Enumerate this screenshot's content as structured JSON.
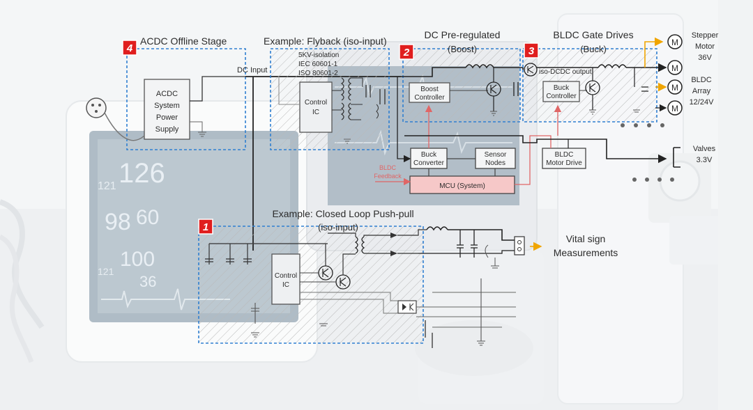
{
  "stages": {
    "acdc": {
      "badge": "4",
      "title": "ACDC Offline Stage",
      "block": [
        "ACDC",
        "System",
        "Power",
        "Supply"
      ]
    },
    "flyback": {
      "title": "Example: Flyback (iso-input)",
      "notes": [
        "5KV-isolation",
        "IEC 60601-1",
        "ISO 80601-2"
      ],
      "control": [
        "Control",
        "IC"
      ]
    },
    "boost": {
      "badge": "2",
      "title": "DC Pre-regulated",
      "subtitle": "(Boost)",
      "block": [
        "Boost",
        "Controller"
      ]
    },
    "bldc_gate": {
      "badge": "3",
      "title": "BLDC Gate Drives",
      "subtitle": "(Buck)",
      "iso_label": "iso-DCDC output",
      "block": [
        "Buck",
        "Controller"
      ]
    },
    "pushpull": {
      "badge": "1",
      "title": "Example: Closed Loop Push-pull",
      "subtitle": "(iso-input)",
      "control": [
        "Control",
        "IC"
      ]
    }
  },
  "labels": {
    "dc_input": "DC Input",
    "buck_converter": [
      "Buck",
      "Converter"
    ],
    "sensor_nodes": [
      "Sensor",
      "Nodes"
    ],
    "bldc_motor_drive": [
      "BLDC",
      "Motor Drive"
    ],
    "mcu": "MCU (System)",
    "bldc_feedback": [
      "BLDC",
      "Feedback"
    ],
    "motor_symbol": "M",
    "stepper": [
      "Stepper",
      "Motor",
      "36V"
    ],
    "bldc_array": [
      "BLDC",
      "Array",
      "12/24V"
    ],
    "valves": [
      "Valves",
      "3.3V"
    ],
    "vital": [
      "Vital sign",
      "Measurements"
    ],
    "monitor_numbers": [
      "126",
      "121",
      "98",
      "60",
      "100",
      "121",
      "36"
    ]
  },
  "colors": {
    "badge": "#e01e1e",
    "dashed_box": "#2f7fd1",
    "feedback": "#e06666",
    "mcu_fill": "#f6c8c8",
    "arrow": "#f0a500"
  }
}
